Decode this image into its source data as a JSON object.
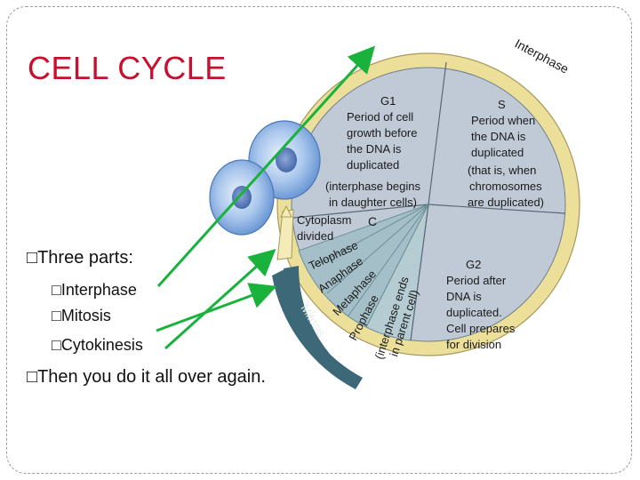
{
  "title": "CELL CYCLE",
  "bullet_glyph": "□",
  "bullets": [
    {
      "text": "Three parts:",
      "level": 1
    },
    {
      "text": "Interphase",
      "level": 2
    },
    {
      "text": "Mitosis",
      "level": 2
    },
    {
      "text": "Cytokinesis",
      "level": 2
    },
    {
      "text": "Then you do it all over again.",
      "level": 1
    }
  ],
  "diagram": {
    "outer_ring_label": "Interphase",
    "mitosis_band_label": "Mitosis",
    "c_label": "C",
    "cytoplasm_lines": [
      "Cytoplasm",
      "divided"
    ],
    "g1_lines": [
      "G1",
      "Period of cell",
      "growth before",
      "the DNA is",
      "duplicated",
      "(interphase begins",
      "in daughter cells)"
    ],
    "s_lines": [
      "S",
      "Period when",
      "the DNA is",
      "duplicated",
      "(that is, when",
      "chromosomes",
      "are duplicated)"
    ],
    "g2_lines": [
      "G2",
      "Period after",
      "DNA is",
      "duplicated.",
      "Cell prepares",
      "for division"
    ],
    "phases": [
      "Telophase",
      "Anaphase",
      "Metaphase",
      "Prophase"
    ],
    "prophase_note": [
      "(interphase ends",
      "in parent cell)"
    ]
  },
  "colors": {
    "title": "#c8102e",
    "ring": "#ecdf9a",
    "wedge": "#c0cad7",
    "mitosis_band": "#3d6878",
    "phase_wedges": "#a4bfc8",
    "arrow": "#18b23c",
    "cell": "#7fa8dc"
  }
}
